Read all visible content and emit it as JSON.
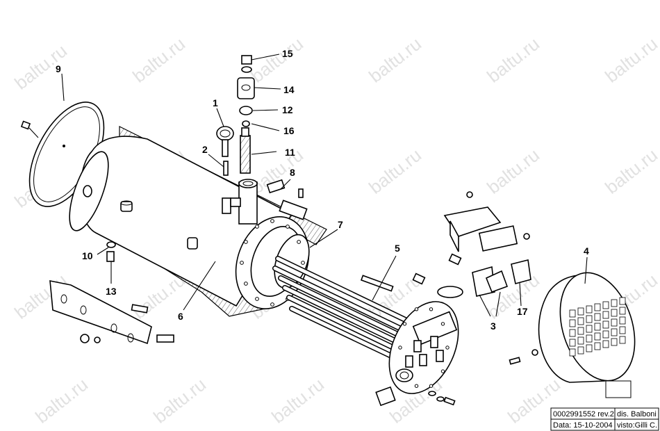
{
  "watermark": "baltu.ru",
  "parts": [
    {
      "num": "1"
    },
    {
      "num": "2"
    },
    {
      "num": "3"
    },
    {
      "num": "4"
    },
    {
      "num": "5"
    },
    {
      "num": "6"
    },
    {
      "num": "7"
    },
    {
      "num": "8"
    },
    {
      "num": "9"
    },
    {
      "num": "10"
    },
    {
      "num": "11"
    },
    {
      "num": "12"
    },
    {
      "num": "13"
    },
    {
      "num": "14"
    },
    {
      "num": "15"
    },
    {
      "num": "16"
    },
    {
      "num": "17"
    }
  ],
  "title_block": {
    "doc_number": "0002991552 rev.2",
    "drawn_by": "dis. Balboni",
    "date": "Data: 15-10-2004",
    "checked_by": "visto:Gilli C."
  }
}
